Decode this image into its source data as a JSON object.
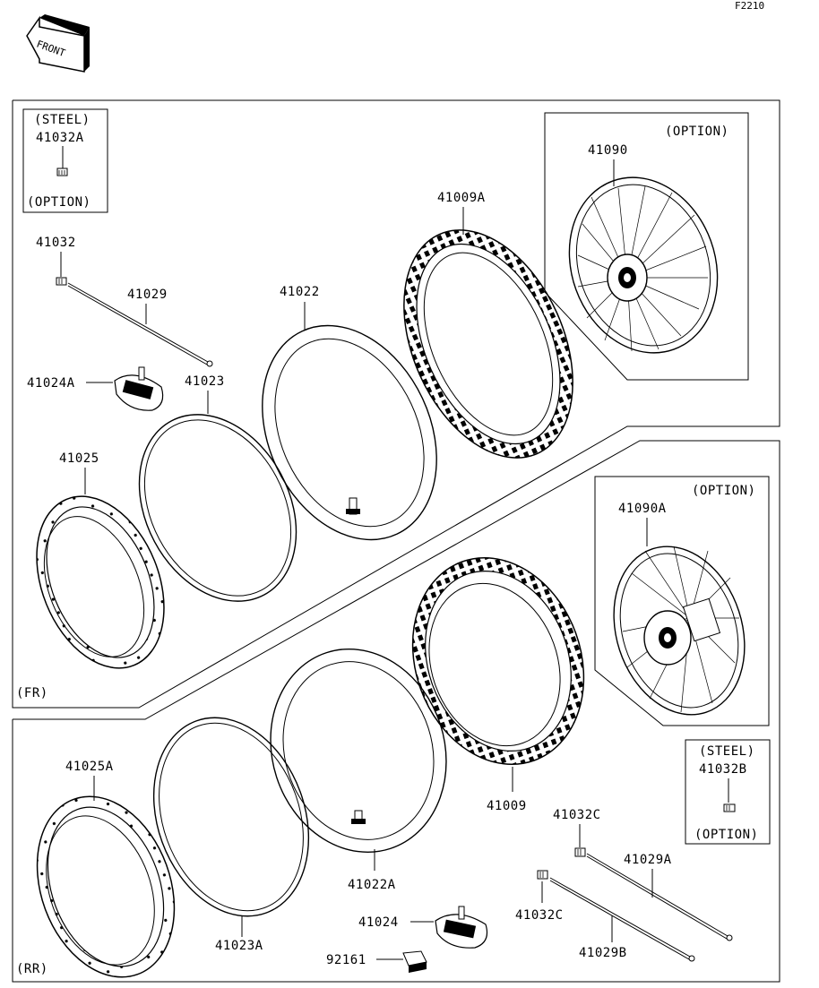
{
  "figure_code": "F2210",
  "front_arrow": {
    "label": "FRONT",
    "icon": "front-direction-arrow-icon"
  },
  "sections": {
    "front": "(FR)",
    "rear": "(RR)"
  },
  "boxes": {
    "steel_front": {
      "top": "(STEEL)",
      "part": "41032A",
      "bottom": "(OPTION)"
    },
    "wheel_front": {
      "note": "(OPTION)",
      "part": "41090"
    },
    "wheel_rear": {
      "note": "(OPTION)",
      "part": "41090A"
    },
    "steel_rear": {
      "top": "(STEEL)",
      "part": "41032B",
      "bottom": "(OPTION)"
    }
  },
  "parts": {
    "p41032": "41032",
    "p41029": "41029",
    "p41024A": "41024A",
    "p41023": "41023",
    "p41022": "41022",
    "p41009A": "41009A",
    "p41025": "41025",
    "p41009": "41009",
    "p41025A": "41025A",
    "p41023A": "41023A",
    "p41022A": "41022A",
    "p41024": "41024",
    "p92161": "92161",
    "p41032C_1": "41032C",
    "p41032C_2": "41032C",
    "p41029A": "41029A",
    "p41029B": "41029B"
  }
}
